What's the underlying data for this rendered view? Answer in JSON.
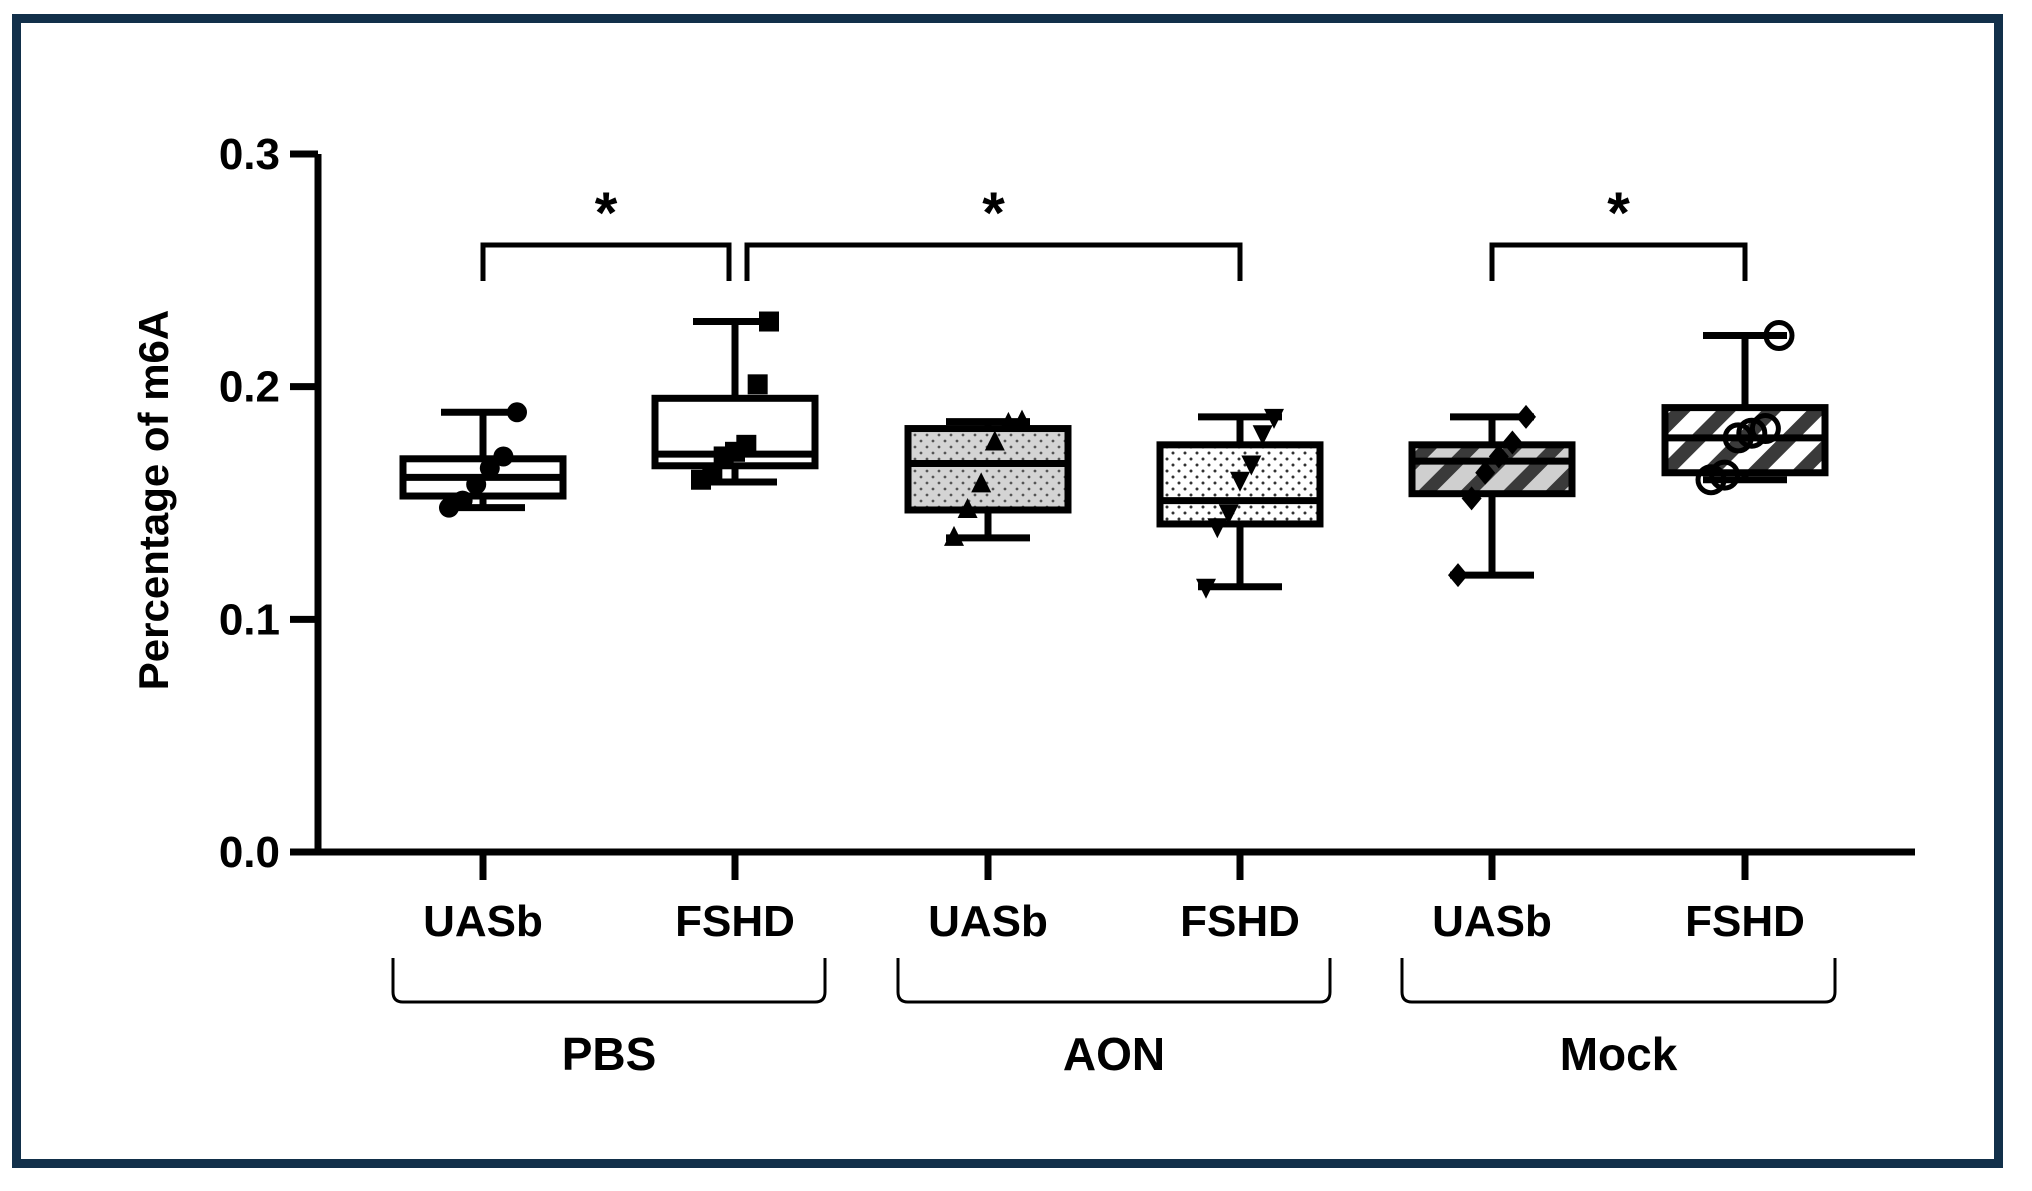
{
  "chart_data": {
    "type": "box",
    "title": "",
    "ylabel": "Percentage of m6A",
    "xlabel": "",
    "ylim": [
      0,
      0.3
    ],
    "yticks": [
      {
        "value": 0.0,
        "label": "0.0"
      },
      {
        "value": 0.1,
        "label": "0.1"
      },
      {
        "value": 0.2,
        "label": "0.2"
      },
      {
        "value": 0.3,
        "label": "0.3"
      }
    ],
    "groups": [
      {
        "label": "PBS",
        "members": [
          0,
          1
        ]
      },
      {
        "label": "AON",
        "members": [
          2,
          3
        ]
      },
      {
        "label": "Mock",
        "members": [
          4,
          5
        ]
      }
    ],
    "boxes": [
      {
        "label": "UASb",
        "group": "PBS",
        "fill": "plain",
        "marker": "circle",
        "min": 0.148,
        "q1": 0.153,
        "median": 0.161,
        "q3": 0.169,
        "max": 0.189,
        "points": [
          0.148,
          0.151,
          0.158,
          0.165,
          0.17,
          0.189
        ]
      },
      {
        "label": "FSHD",
        "group": "PBS",
        "fill": "plain",
        "marker": "square",
        "min": 0.159,
        "q1": 0.166,
        "median": 0.171,
        "q3": 0.195,
        "max": 0.228,
        "points": [
          0.16,
          0.163,
          0.17,
          0.172,
          0.175,
          0.201,
          0.228
        ]
      },
      {
        "label": "UASb",
        "group": "AON",
        "fill": "gray-dots",
        "marker": "triangle-up",
        "min": 0.135,
        "q1": 0.147,
        "median": 0.167,
        "q3": 0.182,
        "max": 0.185,
        "points": [
          0.135,
          0.147,
          0.158,
          0.176,
          0.184,
          0.185
        ]
      },
      {
        "label": "FSHD",
        "group": "AON",
        "fill": "white-dots",
        "marker": "triangle-down",
        "min": 0.114,
        "q1": 0.141,
        "median": 0.151,
        "q3": 0.175,
        "max": 0.187,
        "points": [
          0.114,
          0.14,
          0.146,
          0.16,
          0.167,
          0.18,
          0.187
        ]
      },
      {
        "label": "UASb",
        "group": "Mock",
        "fill": "dark-diagonal",
        "marker": "diamond",
        "min": 0.119,
        "q1": 0.154,
        "median": 0.168,
        "q3": 0.175,
        "max": 0.187,
        "points": [
          0.119,
          0.152,
          0.163,
          0.17,
          0.176,
          0.187
        ]
      },
      {
        "label": "FSHD",
        "group": "Mock",
        "fill": "light-diagonal",
        "marker": "circle-open",
        "min": 0.16,
        "q1": 0.163,
        "median": 0.178,
        "q3": 0.191,
        "max": 0.222,
        "points": [
          0.16,
          0.162,
          0.178,
          0.18,
          0.182,
          0.222
        ]
      }
    ],
    "significance": [
      {
        "from": 0,
        "to": 1,
        "label": "*"
      },
      {
        "from": 1,
        "to": 3,
        "label": "*"
      },
      {
        "from": 4,
        "to": 5,
        "label": "*"
      }
    ]
  }
}
